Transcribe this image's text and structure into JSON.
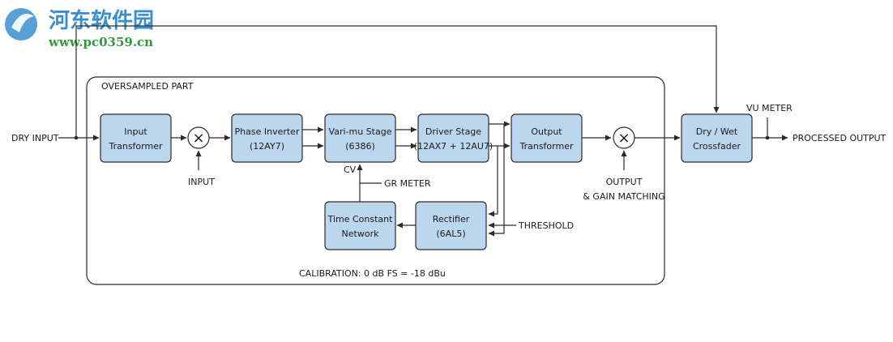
{
  "watermark": {
    "title": "河东软件园",
    "url": "www.pc0359.cn"
  },
  "frame": {
    "label": "OVERSAMPLED PART",
    "calibration": "CALIBRATION: 0 dB FS = -18 dBu"
  },
  "blocks": {
    "input_transformer": [
      "Input",
      "Transformer"
    ],
    "phase_inverter": [
      "Phase Inverter",
      "(12AY7)"
    ],
    "varimu": [
      "Vari-mu Stage",
      "(6386)"
    ],
    "driver": [
      "Driver Stage",
      "(12AX7 + 12AU7)"
    ],
    "output_transformer": [
      "Output",
      "Transformer"
    ],
    "drywet": [
      "Dry / Wet",
      "Crossfader"
    ],
    "time_constant": [
      "Time Constant",
      "Network"
    ],
    "rectifier": [
      "Rectifier",
      "(6AL5)"
    ]
  },
  "labels": {
    "dry_input": "DRY INPUT",
    "input": "INPUT",
    "output_gain": [
      "OUTPUT",
      "& GAIN MATCHING"
    ],
    "cv": "CV",
    "gr_meter": "GR METER",
    "threshold": "THRESHOLD",
    "vu_meter": "VU METER",
    "processed_output": "PROCESSED  OUTPUT"
  },
  "multiplier_symbol": "×",
  "colors": {
    "block_fill": "#bcd6ee",
    "line": "#2a2a2a",
    "watermark_blue": "#3a8ed0",
    "watermark_green": "#2f9a3a"
  }
}
